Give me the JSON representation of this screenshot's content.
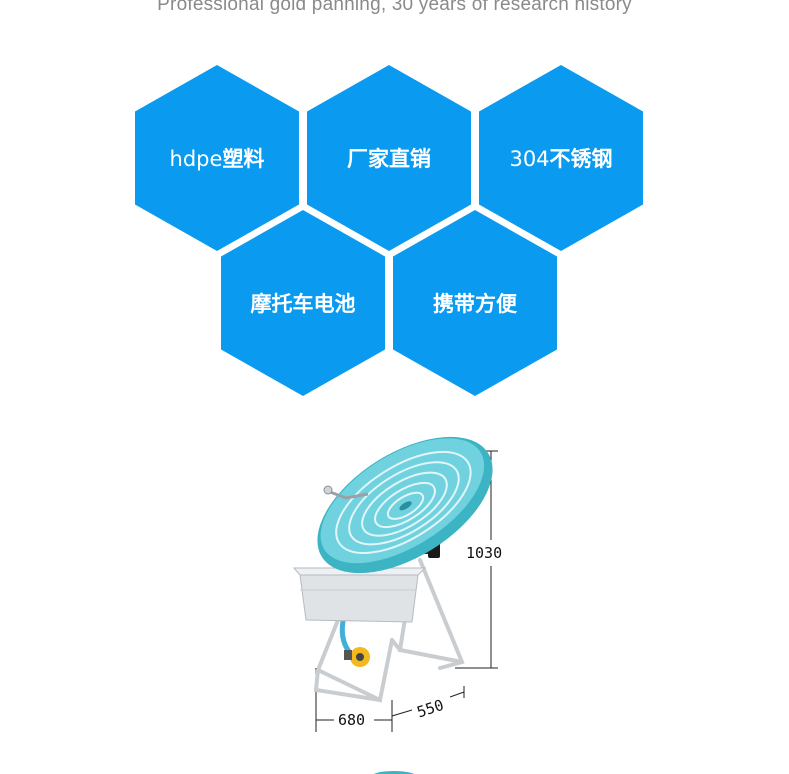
{
  "header": {
    "tagline": "Professional gold panning, 30 years of research history"
  },
  "features": [
    {
      "label_latin": "hdpe",
      "label_cn": "塑料"
    },
    {
      "label_latin": "",
      "label_cn": "厂家直销"
    },
    {
      "label_latin": "304",
      "label_cn": "不锈钢"
    },
    {
      "label_latin": "",
      "label_cn": "摩托车电池"
    },
    {
      "label_latin": "",
      "label_cn": "携带方便"
    }
  ],
  "dimensions": {
    "height": "1030",
    "depth": "550",
    "width": "680"
  },
  "colors": {
    "hex_fill": "#0a9bf0",
    "pan": "#55c8d6",
    "tub": "#dfe3e6"
  }
}
